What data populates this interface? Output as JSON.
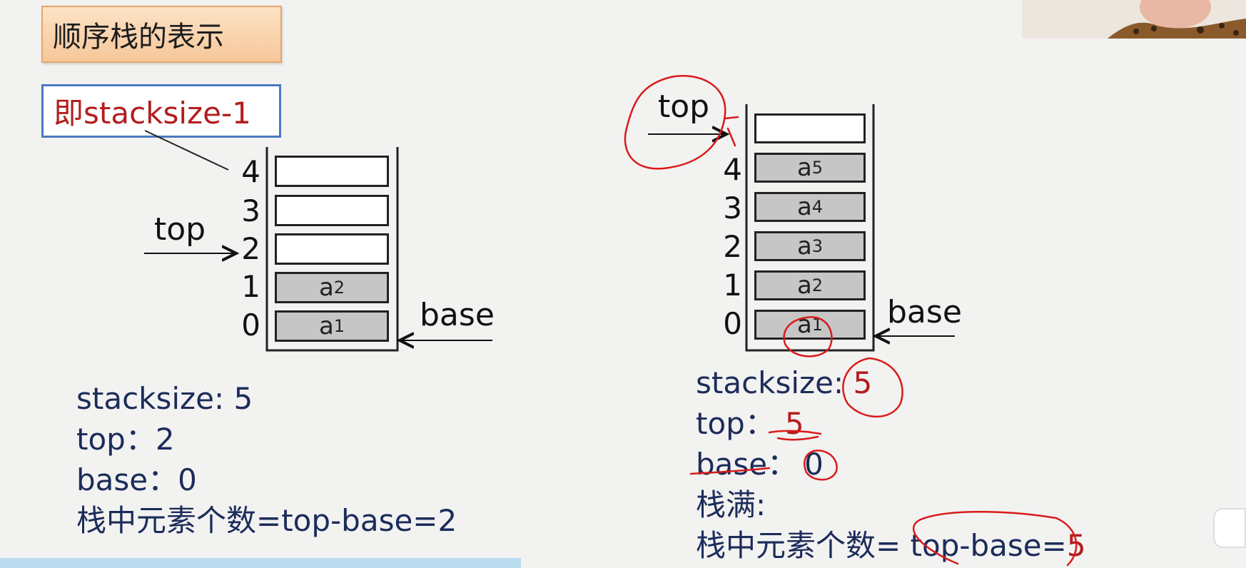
{
  "slide": {
    "title": "顺序栈的表示",
    "note": "即stacksize-1"
  },
  "left_diagram": {
    "indices": [
      "4",
      "3",
      "2",
      "1",
      "0"
    ],
    "cells": [
      {
        "label": "",
        "sub": ""
      },
      {
        "label": "",
        "sub": ""
      },
      {
        "label": "",
        "sub": ""
      },
      {
        "label": "a",
        "sub": "2"
      },
      {
        "label": "a",
        "sub": "1"
      }
    ],
    "top_label": "top",
    "base_label": "base",
    "info": {
      "stacksize": "stacksize: 5",
      "top": "top：2",
      "base": "base：0",
      "count": "栈中元素个数=top-base=2"
    }
  },
  "right_diagram": {
    "indices": [
      "",
      "4",
      "3",
      "2",
      "1",
      "0"
    ],
    "cells": [
      {
        "label": "",
        "sub": ""
      },
      {
        "label": "a",
        "sub": "5"
      },
      {
        "label": "a",
        "sub": "4"
      },
      {
        "label": "a",
        "sub": "3"
      },
      {
        "label": "a",
        "sub": "2"
      },
      {
        "label": "a",
        "sub": "1"
      }
    ],
    "top_label": "top",
    "base_label": "base",
    "info": {
      "stacksize_label": "stacksize: ",
      "stacksize_value": "5",
      "top_label": "top：",
      "top_value": "5",
      "base_label": "base：",
      "base_value": "0",
      "full": "栈满:",
      "count_label": "栈中元素个数= top-base=",
      "count_value": "5"
    }
  },
  "colors": {
    "background": "#f2f2f1",
    "annotation_red": "#d81b1b",
    "text_navy": "#1c2c5a",
    "filled_cell": "#c6c6c6"
  }
}
